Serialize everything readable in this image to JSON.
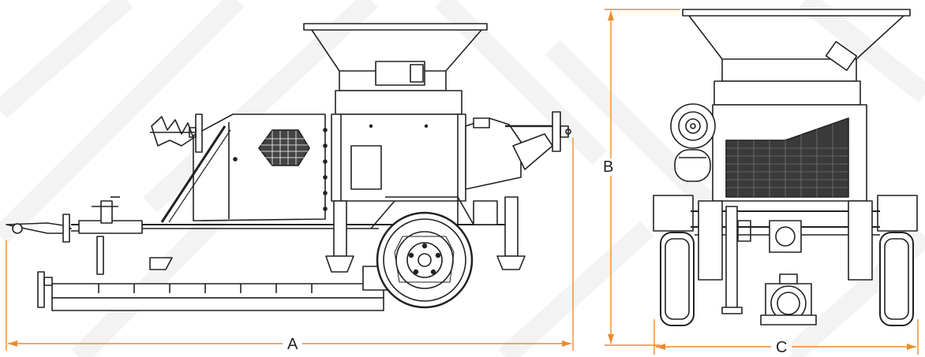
{
  "dimensions": {
    "a_label": "A",
    "b_label": "B",
    "c_label": "C"
  },
  "colors": {
    "dimension_line": "#f08a2c",
    "drawing_line": "#222222",
    "watermark": "#ededed",
    "background": "#ffffff"
  }
}
